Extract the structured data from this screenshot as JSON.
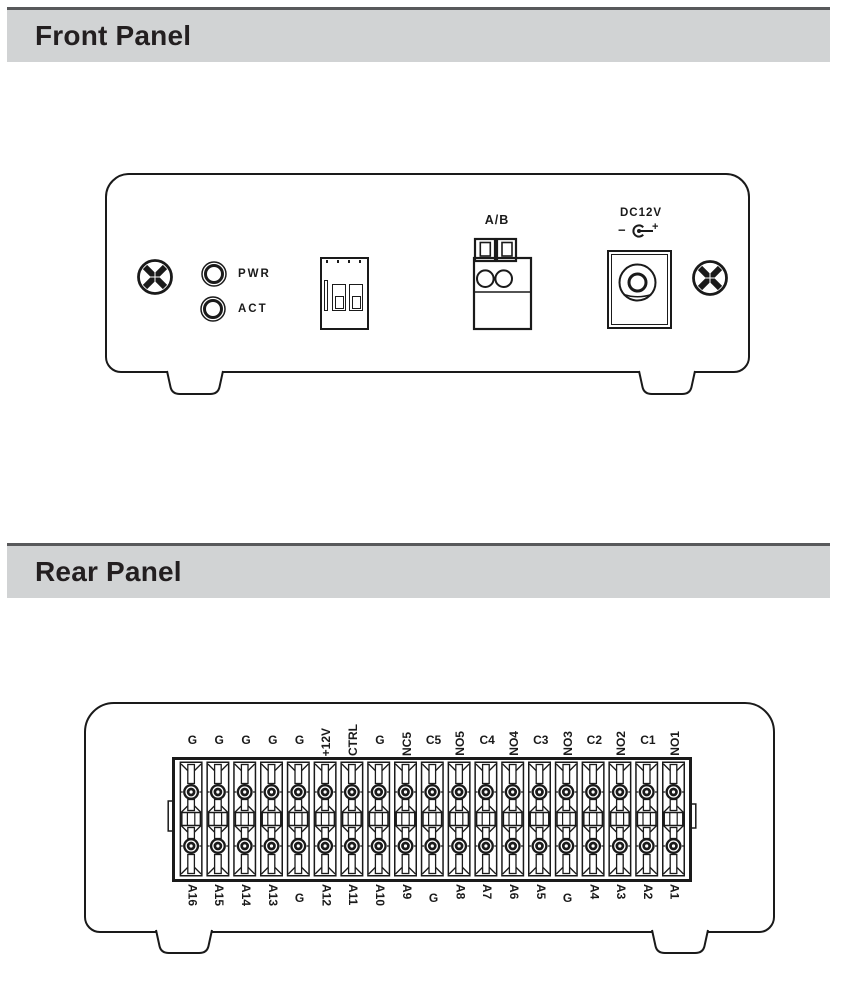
{
  "front_panel": {
    "title": "Front Panel",
    "leds": [
      "PWR",
      "ACT"
    ],
    "ab_port_label": "A/B",
    "dc_power_label": "DC12V",
    "dc_polarity_minus": "−",
    "dc_polarity_plus": "+"
  },
  "rear_panel": {
    "title": "Rear Panel",
    "terminal_count": 19,
    "top_terminal_labels": [
      "G",
      "G",
      "G",
      "G",
      "G",
      "+12V",
      "CTRL",
      "G",
      "NC5",
      "C5",
      "NO5",
      "C4",
      "NO4",
      "C3",
      "NO3",
      "C2",
      "NO2",
      "C1",
      "NO1"
    ],
    "bottom_terminal_labels": [
      "A16",
      "A15",
      "A14",
      "A13",
      "G",
      "A12",
      "A11",
      "A10",
      "A9",
      "G",
      "A8",
      "A7",
      "A6",
      "A5",
      "G",
      "A4",
      "A3",
      "A2",
      "A1"
    ]
  },
  "colors": {
    "header_background": "#d1d3d4",
    "header_rule": "#58595b",
    "line_art": "#1a1a1a",
    "text": "#231f20",
    "page_background": "#ffffff"
  }
}
